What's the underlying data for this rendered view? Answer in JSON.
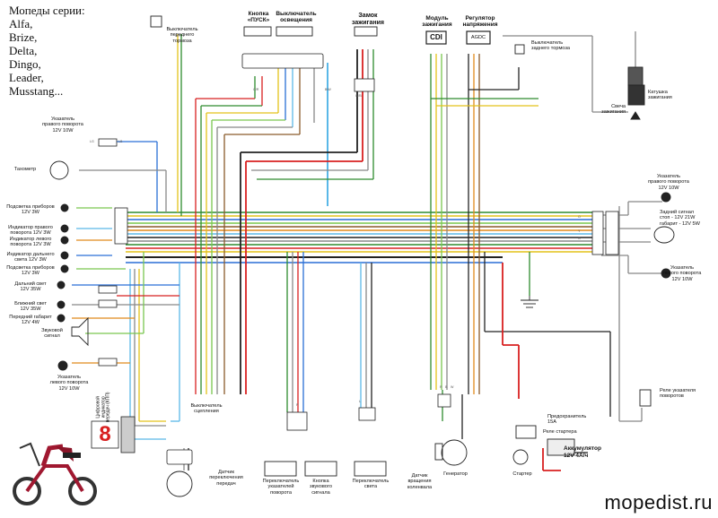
{
  "header": {
    "title": "Мопеды серии:",
    "models": [
      "Alfa,",
      "Brize,",
      "Delta,",
      "Dingo,",
      "Leader,",
      "Musstang..."
    ]
  },
  "watermark": "mopedist.ru",
  "components": {
    "front_brake_switch": "Выключатель\nпереднего\nтормоза",
    "start_button": "Кнопка\n«ПУСК»",
    "light_switch": "Выключатель\nосвещения",
    "ignition_lock": "Замок\nзажигания",
    "cdi_module": "Модуль\nзажигания",
    "cdi_box": "CDI",
    "voltage_regulator": "Регулятор\nнапряжения",
    "regulator_box": "AGDC",
    "rear_brake_switch": "Выключатель\nзаднего тормоза",
    "ignition_coil": "Катушка\nзажигания",
    "spark_plug": "Свеча\nзажигания",
    "front_right_turn": "Указатель\nправого поворота\n12V 10W",
    "tachometer": "Тахометр",
    "gauge_light_1": "Подсветка приборов\n12V 3W",
    "right_turn_indicator": "Индикатор правого\nповорота 12V 3W",
    "left_turn_indicator": "Индикатор левого\nповорота 12V 3W",
    "high_beam_indicator": "Индикатор дальнего\nсвета 12V 3W",
    "gauge_light_2": "Подсветка приборов\n12V 3W",
    "high_beam": "Дальний свет\n12V 35W",
    "low_beam": "Ближний свет\n12V 35W",
    "front_parking": "Передний габарит\n12V 4W",
    "horn": "Звуковой\nсигнал",
    "front_left_turn": "Указатель\nлевого поворота\n12V 10W",
    "clutch_switch": "Выключатель\nсцепления",
    "gear_indicator": "Цифровой\nиндикатор\nпередач (КПП)",
    "gear_sensor": "Датчик\nпереключения\nпередач",
    "turn_switch": "Переключатель\nуказателей\nповорота",
    "horn_button": "Кнопка\nзвукового\nсигнала",
    "light_switch_2": "Переключатель\nсвета",
    "crank_sensor": "Датчик\nвращения\nколенвала",
    "generator": "Генератор",
    "rear_right_turn": "Указатель\nправого поворота\n12V 10W",
    "tail_light": "Задний сигнал\nстоп  - 12V 21W\nгабарит - 12V 5W",
    "rear_left_turn": "Указатель\nлевого поворота\n12V 10W",
    "turn_relay": "Реле указателя\nповоротов",
    "fuse": "Предохранитель\n15A",
    "starter_relay": "Реле стартера",
    "battery": "Аккумулятор\n12V 4А/ч",
    "starter": "Стартер"
  },
  "digit_display": "8",
  "wire_codes": {
    "gy": "G/Y",
    "wv": "W/B",
    "gr": "G/R",
    "bw": "B/W",
    "lg": "LG",
    "lb": "LB",
    "o": "O",
    "y": "Y",
    "g": "G",
    "r": "R",
    "b": "B",
    "w": "W",
    "l": "L",
    "p": "P"
  }
}
